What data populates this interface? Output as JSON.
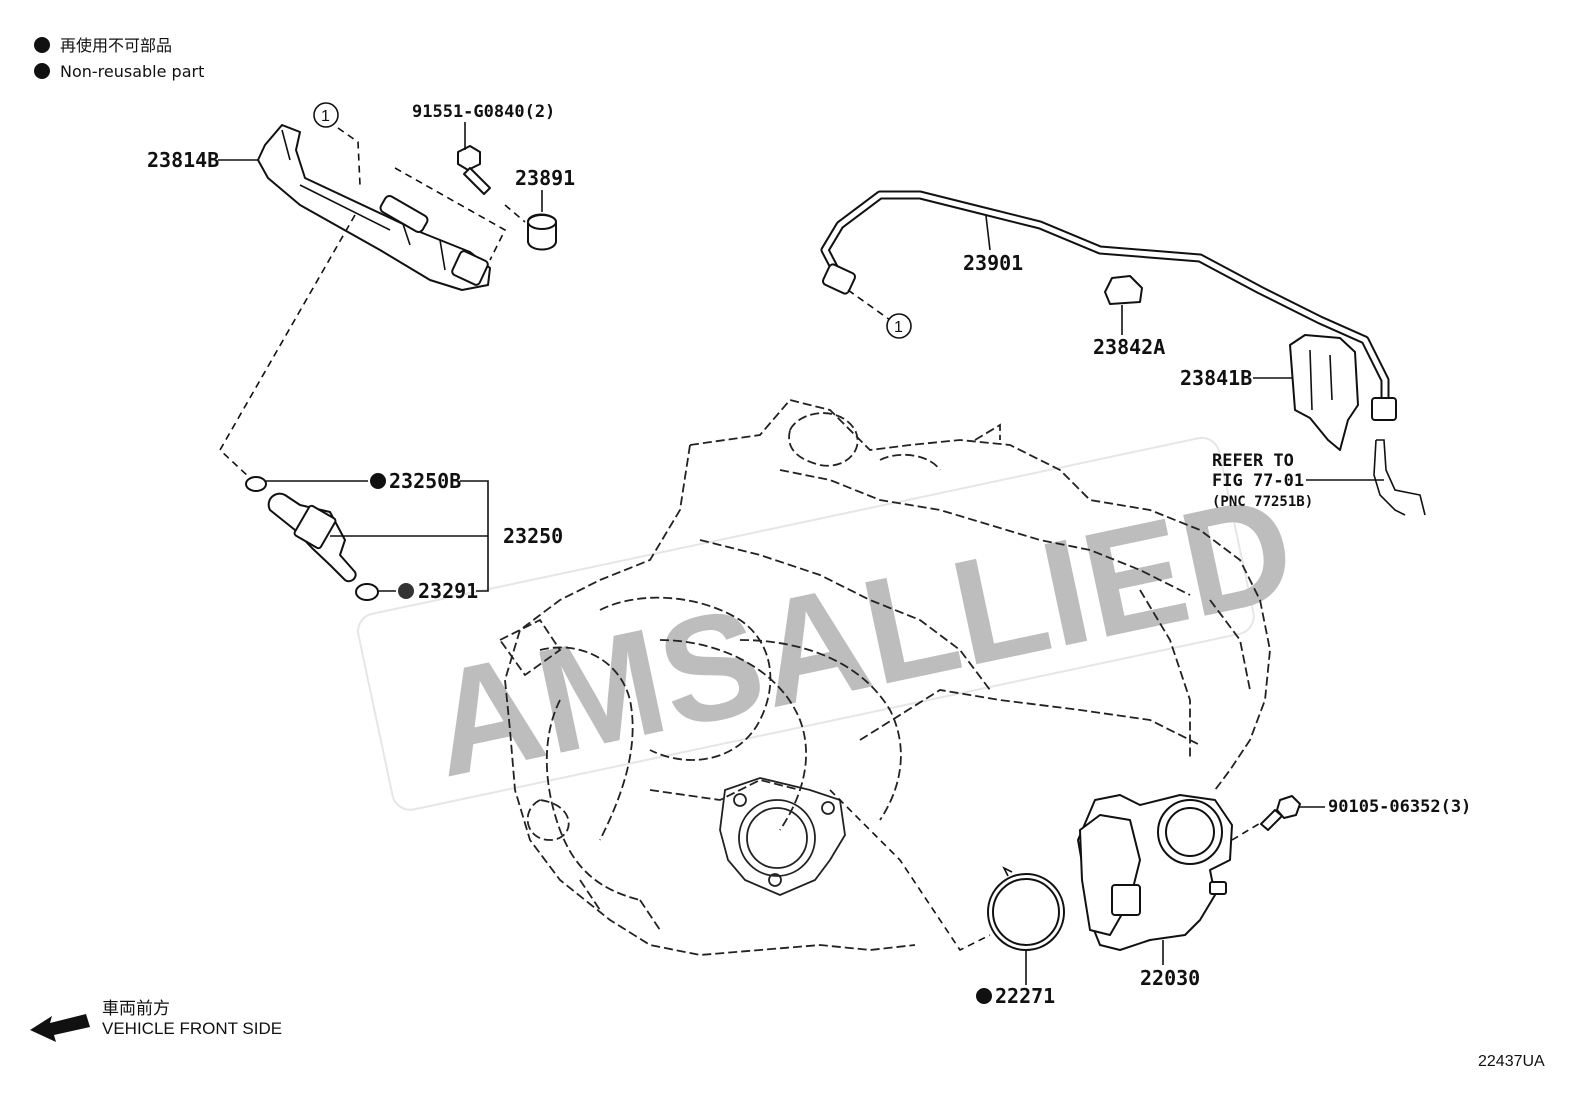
{
  "legend": {
    "jp": "再使用不可部品",
    "en": "Non-reusable part"
  },
  "watermark": "AMSALLIED",
  "front": {
    "jp": "車両前方",
    "en": "VEHICLE FRONT SIDE"
  },
  "figure_code": "22437UA",
  "callout_marker": "1",
  "refer": {
    "line1": "REFER TO",
    "line2": "FIG 77-01",
    "line3": "(PNC 77251B)"
  },
  "parts": {
    "p23814B": "23814B",
    "p91551": "91551-G0840(2)",
    "p23891": "23891",
    "p23901": "23901",
    "p23842A": "23842A",
    "p23841B": "23841B",
    "p23250B": "23250B",
    "p23250": "23250",
    "p23291": "23291",
    "p90105": "90105-06352(3)",
    "p22030": "22030",
    "p22271": "22271"
  }
}
